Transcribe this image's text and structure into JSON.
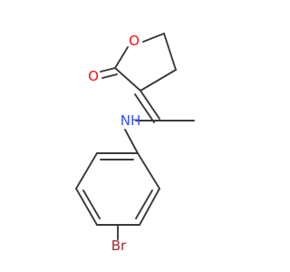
{
  "molecule": {
    "atoms": {
      "ring_oxygen": "O",
      "carbonyl_oxygen": "O",
      "amine": "NH",
      "bromine": "Br"
    },
    "colors": {
      "bond": "#3a3a3a",
      "oxygen": "#ff0d0d",
      "nitrogen": "#3050f8",
      "bromine": "#a62929",
      "background": "#ffffff"
    }
  }
}
